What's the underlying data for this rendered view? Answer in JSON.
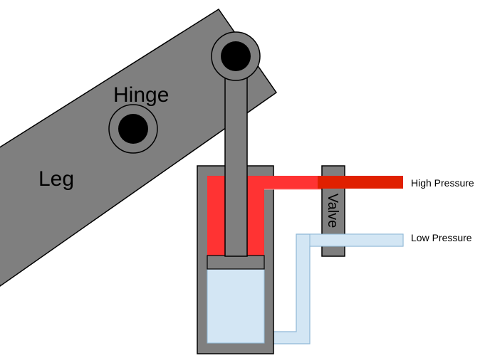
{
  "labels": {
    "leg": "Leg",
    "hinge": "Hinge",
    "valve": "Valve",
    "high_pressure": "High Pressure",
    "low_pressure": "Low Pressure"
  },
  "colors": {
    "structure": "#7f7f7f",
    "outline": "#000000",
    "high_pressure": "#ff3333",
    "high_pressure_supply": "#e02000",
    "low_pressure": "#d3e6f4",
    "low_pressure_outline": "#8fb8d6",
    "pin": "#000000"
  }
}
